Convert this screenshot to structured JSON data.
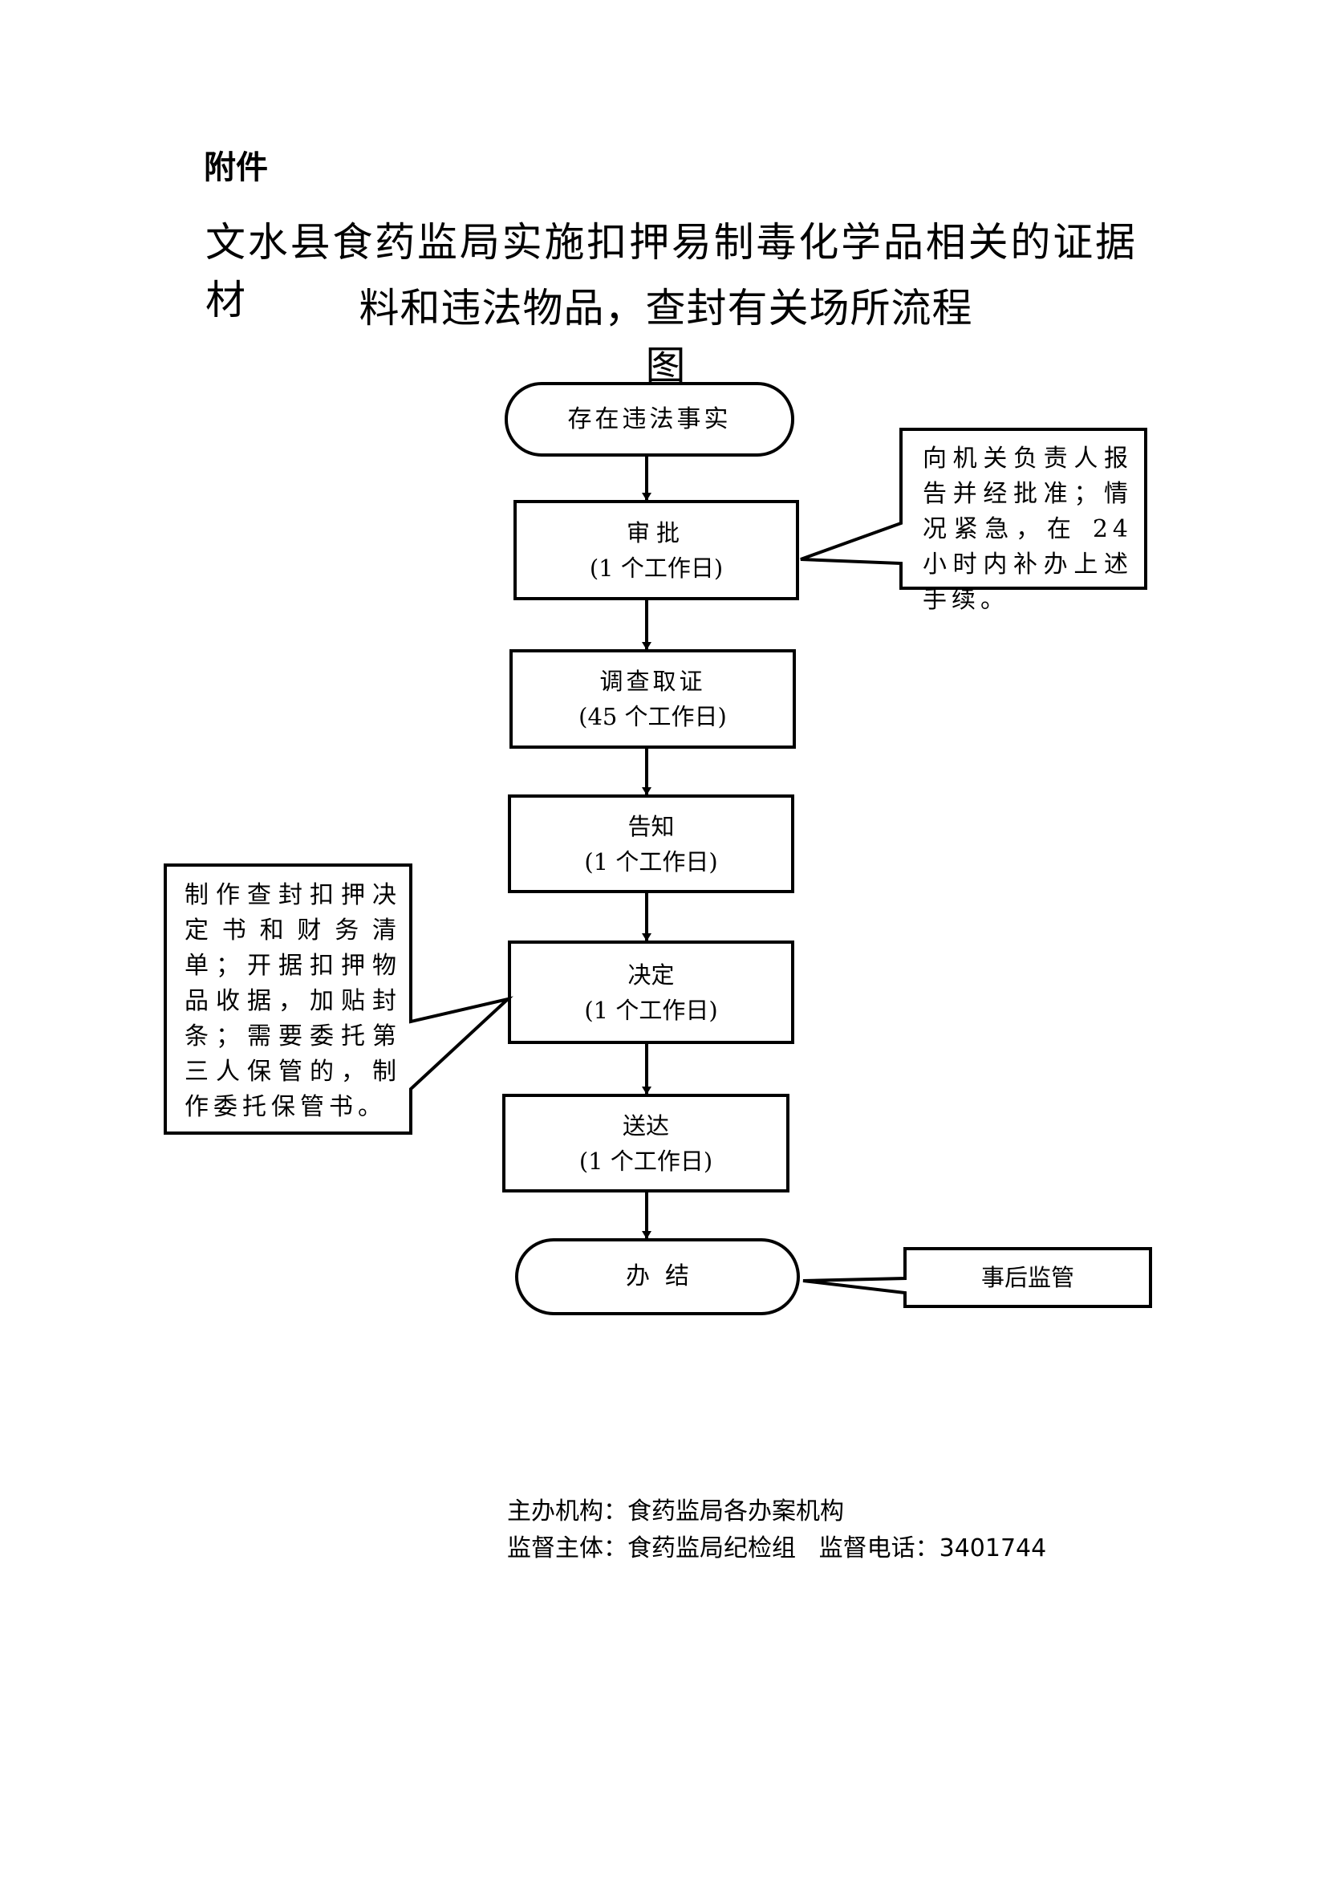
{
  "heading": "附件",
  "title": {
    "line1": "文水县食药监局实施扣押易制毒化学品相关的证据材",
    "line2": "料和违法物品，查封有关场所流程图"
  },
  "flow": {
    "start": "存在违法事实",
    "steps": [
      {
        "name": "审批",
        "duration": "(1 个工作日)"
      },
      {
        "name": "调查取证",
        "duration": "(45 个工作日)"
      },
      {
        "name": "告知",
        "duration": "(1 个工作日)"
      },
      {
        "name": "决定",
        "duration": "(1 个工作日)"
      },
      {
        "name": "送达",
        "duration": "(1 个工作日)"
      }
    ],
    "end": "办  结",
    "notes": {
      "approval": "向机关负责人报告并经批准；情况紧急，在 24 小时内补办上述手续。",
      "decision": "制作查封扣押决定书和财务清单；开据扣押物品收据，加贴封条；需要委托第三人保管的，制作委托保管书。",
      "after": "事后监管"
    }
  },
  "footer": {
    "line1": "主办机构：食药监局各办案机构",
    "line2": "监督主体：食药监局纪检组   监督电话：3401744"
  }
}
